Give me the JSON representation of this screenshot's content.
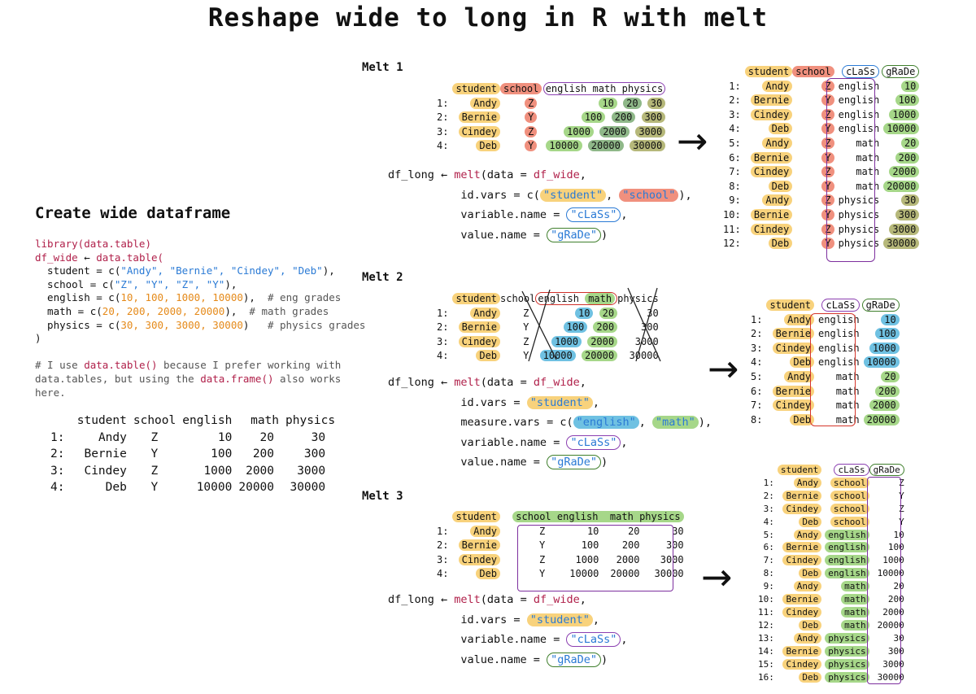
{
  "title": "Reshape wide to long in R with melt",
  "create": {
    "heading": "Create wide dataframe",
    "code": {
      "l1": "library(data.table)",
      "l2_var": "df_wide",
      "l2_assign": " ← ",
      "l2_fn": "data.table(",
      "student_pre": "  student = c(",
      "student_vals": "\"Andy\", \"Bernie\", \"Cindey\", \"Deb\"",
      "student_post": "),",
      "school_pre": "  school = c(",
      "school_vals": "\"Z\", \"Y\", \"Z\", \"Y\"",
      "school_post": "),",
      "english_pre": "  english = c(",
      "english_vals": "10, 100, 1000, 10000",
      "english_post": "),",
      "english_cm": "  # eng grades",
      "math_pre": "  math = c(",
      "math_vals": "20, 200, 2000, 20000",
      "math_post": "),",
      "math_cm": "  # math grades",
      "physics_pre": "  physics = c(",
      "physics_vals": "30, 300, 3000, 30000",
      "physics_post": ")",
      "physics_cm": "   # physics grades",
      "close": ")",
      "note1a": "# I use ",
      "note1b": "data.table()",
      "note1c": " because I prefer working with",
      "note2a": "data.tables, but using the ",
      "note2b": "data.frame()",
      "note2c": " also works",
      "note3": "here."
    },
    "table": {
      "headers": [
        "",
        "student",
        "school",
        "english",
        "math",
        "physics"
      ],
      "rows": [
        [
          "1:",
          "Andy",
          "Z",
          "10",
          "20",
          "30"
        ],
        [
          "2:",
          "Bernie",
          "Y",
          "100",
          "200",
          "300"
        ],
        [
          "3:",
          "Cindey",
          "Z",
          "1000",
          "2000",
          "3000"
        ],
        [
          "4:",
          "Deb",
          "Y",
          "10000",
          "20000",
          "30000"
        ]
      ]
    }
  },
  "melt1": {
    "heading": "Melt 1",
    "wide_headers": [
      "",
      "student",
      "school",
      "english",
      "math",
      "physics"
    ],
    "wide_rows": [
      [
        "1:",
        "Andy",
        "Z",
        "10",
        "20",
        "30"
      ],
      [
        "2:",
        "Bernie",
        "Y",
        "100",
        "200",
        "300"
      ],
      [
        "3:",
        "Cindey",
        "Z",
        "1000",
        "2000",
        "3000"
      ],
      [
        "4:",
        "Deb",
        "Y",
        "10000",
        "20000",
        "30000"
      ]
    ],
    "code": {
      "l1a": "df_long ← ",
      "l1b": "melt",
      "l1c": "(data = ",
      "l1d": "df_wide",
      "l1e": ",",
      "l2a": "           id.vars = c(",
      "l2b": "\"student\"",
      "l2c": ", ",
      "l2d": "\"school\"",
      "l2e": "),",
      "l3a": "           variable.name = ",
      "l3b": "\"cLaSs\"",
      "l3c": ",",
      "l4a": "           value.name = ",
      "l4b": "\"gRaDe\"",
      "l4c": ")"
    },
    "long_headers": [
      "",
      "student",
      "school",
      "cLaSs",
      "gRaDe"
    ],
    "long_rows": [
      [
        "1:",
        "Andy",
        "Z",
        "english",
        "10"
      ],
      [
        "2:",
        "Bernie",
        "Y",
        "english",
        "100"
      ],
      [
        "3:",
        "Cindey",
        "Z",
        "english",
        "1000"
      ],
      [
        "4:",
        "Deb",
        "Y",
        "english",
        "10000"
      ],
      [
        "5:",
        "Andy",
        "Z",
        "math",
        "20"
      ],
      [
        "6:",
        "Bernie",
        "Y",
        "math",
        "200"
      ],
      [
        "7:",
        "Cindey",
        "Z",
        "math",
        "2000"
      ],
      [
        "8:",
        "Deb",
        "Y",
        "math",
        "20000"
      ],
      [
        "9:",
        "Andy",
        "Z",
        "physics",
        "30"
      ],
      [
        "10:",
        "Bernie",
        "Y",
        "physics",
        "300"
      ],
      [
        "11:",
        "Cindey",
        "Z",
        "physics",
        "3000"
      ],
      [
        "12:",
        "Deb",
        "Y",
        "physics",
        "30000"
      ]
    ]
  },
  "melt2": {
    "heading": "Melt 2",
    "wide_headers": [
      "",
      "student",
      "school",
      "english",
      "math",
      "physics"
    ],
    "wide_rows": [
      [
        "1:",
        "Andy",
        "Z",
        "10",
        "20",
        "30"
      ],
      [
        "2:",
        "Bernie",
        "Y",
        "100",
        "200",
        "300"
      ],
      [
        "3:",
        "Cindey",
        "Z",
        "1000",
        "2000",
        "3000"
      ],
      [
        "4:",
        "Deb",
        "Y",
        "10000",
        "20000",
        "30000"
      ]
    ],
    "code": {
      "l1a": "df_long ← ",
      "l1b": "melt",
      "l1c": "(data = ",
      "l1d": "df_wide",
      "l1e": ",",
      "l2a": "           id.vars = ",
      "l2b": "\"student\"",
      "l2c": ",",
      "l3a": "           measure.vars = c(",
      "l3b": "\"english\"",
      "l3c": ", ",
      "l3d": "\"math\"",
      "l3e": "),",
      "l4a": "           variable.name = ",
      "l4b": "\"cLaSs\"",
      "l4c": ",",
      "l5a": "           value.name = ",
      "l5b": "\"gRaDe\"",
      "l5c": ")"
    },
    "long_headers": [
      "",
      "student",
      "cLaSs",
      "gRaDe"
    ],
    "long_rows": [
      [
        "1:",
        "Andy",
        "english",
        "10"
      ],
      [
        "2:",
        "Bernie",
        "english",
        "100"
      ],
      [
        "3:",
        "Cindey",
        "english",
        "1000"
      ],
      [
        "4:",
        "Deb",
        "english",
        "10000"
      ],
      [
        "5:",
        "Andy",
        "math",
        "20"
      ],
      [
        "6:",
        "Bernie",
        "math",
        "200"
      ],
      [
        "7:",
        "Cindey",
        "math",
        "2000"
      ],
      [
        "8:",
        "Deb",
        "math",
        "20000"
      ]
    ]
  },
  "melt3": {
    "heading": "Melt 3",
    "wide_headers": [
      "",
      "student",
      "school",
      "english",
      "math",
      "physics"
    ],
    "wide_rows": [
      [
        "1:",
        "Andy",
        "Z",
        "10",
        "20",
        "30"
      ],
      [
        "2:",
        "Bernie",
        "Y",
        "100",
        "200",
        "300"
      ],
      [
        "3:",
        "Cindey",
        "Z",
        "1000",
        "2000",
        "3000"
      ],
      [
        "4:",
        "Deb",
        "Y",
        "10000",
        "20000",
        "30000"
      ]
    ],
    "code": {
      "l1a": "df_long ← ",
      "l1b": "melt",
      "l1c": "(data = ",
      "l1d": "df_wide",
      "l1e": ",",
      "l2a": "           id.vars = ",
      "l2b": "\"student\"",
      "l2c": ",",
      "l3a": "           variable.name = ",
      "l3b": "\"cLaSs\"",
      "l3c": ",",
      "l4a": "           value.name = ",
      "l4b": "\"gRaDe\"",
      "l4c": ")"
    },
    "long_headers": [
      "",
      "student",
      "cLaSs",
      "gRaDe"
    ],
    "long_rows": [
      [
        "1:",
        "Andy",
        "school",
        "Z"
      ],
      [
        "2:",
        "Bernie",
        "school",
        "Y"
      ],
      [
        "3:",
        "Cindey",
        "school",
        "Z"
      ],
      [
        "4:",
        "Deb",
        "school",
        "Y"
      ],
      [
        "5:",
        "Andy",
        "english",
        "10"
      ],
      [
        "6:",
        "Bernie",
        "english",
        "100"
      ],
      [
        "7:",
        "Cindey",
        "english",
        "1000"
      ],
      [
        "8:",
        "Deb",
        "english",
        "10000"
      ],
      [
        "9:",
        "Andy",
        "math",
        "20"
      ],
      [
        "10:",
        "Bernie",
        "math",
        "200"
      ],
      [
        "11:",
        "Cindey",
        "math",
        "2000"
      ],
      [
        "12:",
        "Deb",
        "math",
        "20000"
      ],
      [
        "13:",
        "Andy",
        "physics",
        "30"
      ],
      [
        "14:",
        "Bernie",
        "physics",
        "300"
      ],
      [
        "15:",
        "Cindey",
        "physics",
        "3000"
      ],
      [
        "16:",
        "Deb",
        "physics",
        "30000"
      ]
    ]
  },
  "arrow_glyph": "→",
  "colors": {
    "student": "#f8d27c",
    "school": "#f0907e",
    "english": "#a6d789",
    "math": "#a6d789",
    "physics": "#b6b87a",
    "variable_ring": "#2a7ad5",
    "value_ring": "#3f7f2c",
    "box": "#7d2f9e",
    "keyword": "#b0204a",
    "string": "#2a7ad5",
    "number": "#e58a1a"
  }
}
